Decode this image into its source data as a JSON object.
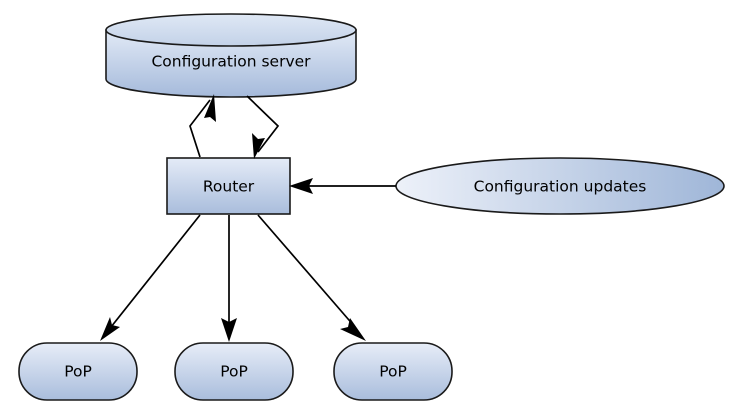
{
  "diagram": {
    "type": "network-architecture-flow",
    "background_color": "#ffffff",
    "stroke_color": "#1a1a1a",
    "text_color": "#000000",
    "gradient_light": "#e3eaf6",
    "gradient_dark": "#9fb6d8",
    "nodes": [
      {
        "id": "configuration-server",
        "label": "Configuration server",
        "shape": "cylinder"
      },
      {
        "id": "router",
        "label": "Router",
        "shape": "rectangle"
      },
      {
        "id": "configuration-updates",
        "label": "Configuration updates",
        "shape": "ellipse"
      },
      {
        "id": "pop-left",
        "label": "PoP",
        "shape": "rounded-rectangle"
      },
      {
        "id": "pop-center",
        "label": "PoP",
        "shape": "rounded-rectangle"
      },
      {
        "id": "pop-right",
        "label": "PoP",
        "shape": "rounded-rectangle"
      }
    ],
    "edges": [
      {
        "id": "router-to-server",
        "from": "router",
        "to": "configuration-server",
        "style": "bent-arrow"
      },
      {
        "id": "server-to-router",
        "from": "configuration-server",
        "to": "router",
        "style": "bent-arrow"
      },
      {
        "id": "updates-to-router",
        "from": "configuration-updates",
        "to": "router",
        "style": "straight-arrow"
      },
      {
        "id": "router-to-pop-left",
        "from": "router",
        "to": "pop-left",
        "style": "straight-arrow"
      },
      {
        "id": "router-to-pop-center",
        "from": "router",
        "to": "pop-center",
        "style": "straight-arrow"
      },
      {
        "id": "router-to-pop-right",
        "from": "router",
        "to": "pop-right",
        "style": "straight-arrow"
      }
    ]
  }
}
